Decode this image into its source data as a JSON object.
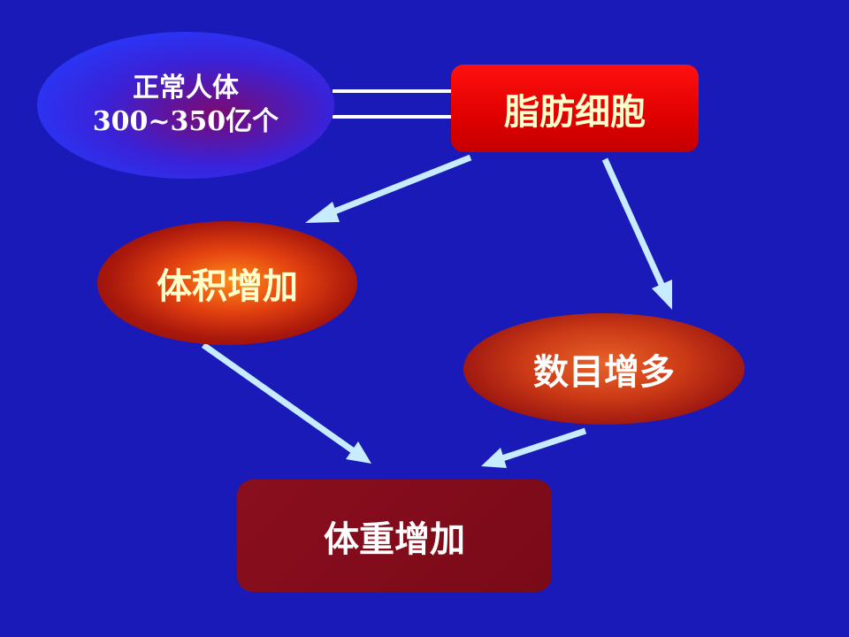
{
  "nodes": {
    "normal": {
      "line1": "正常人体",
      "line2": "300~350亿个"
    },
    "fat_cell": {
      "label": "脂肪细胞"
    },
    "volume_increase": {
      "label": "体积增加"
    },
    "number_increase": {
      "label": "数目增多"
    },
    "weight_increase": {
      "label": "体重增加"
    }
  },
  "colors": {
    "background": "#1a1ab8",
    "arrow": "#c8ecff",
    "fat_cell_box": "#e00000",
    "weight_box": "#7a0a18"
  },
  "edges": [
    {
      "from": "normal",
      "to": "fat_cell",
      "style": "double-line"
    },
    {
      "from": "fat_cell",
      "to": "volume_increase",
      "style": "arrow"
    },
    {
      "from": "fat_cell",
      "to": "number_increase",
      "style": "arrow"
    },
    {
      "from": "volume_increase",
      "to": "weight_increase",
      "style": "arrow"
    },
    {
      "from": "number_increase",
      "to": "weight_increase",
      "style": "arrow"
    }
  ]
}
